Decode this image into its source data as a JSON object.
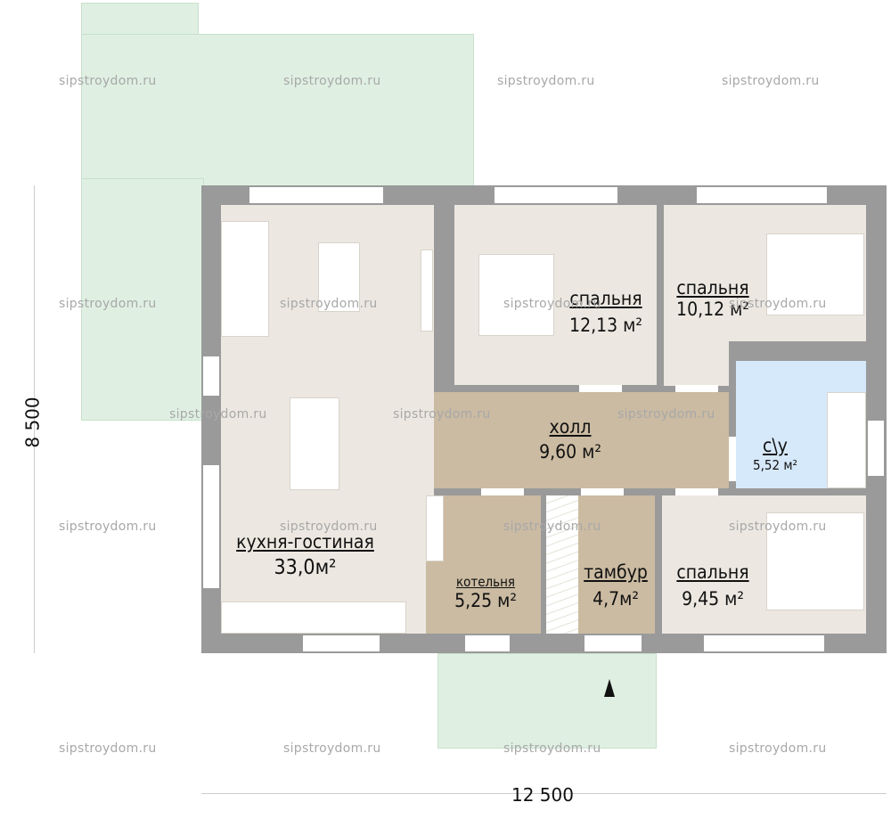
{
  "watermark": "sipstroydom.ru",
  "dimensions": {
    "height": "8 500",
    "width": "12 500"
  },
  "rooms": [
    {
      "name": "кухня-гостиная",
      "area": "33,0м²"
    },
    {
      "name": "спальня",
      "area": "12,13 м²"
    },
    {
      "name": "спальня",
      "area": "10,12 м²"
    },
    {
      "name": "холл",
      "area": "9,60 м²"
    },
    {
      "name": "с\\у",
      "area": "5,52 м²"
    },
    {
      "name": "котельня",
      "area": "5,25 м²"
    },
    {
      "name": "тамбур",
      "area": "4,7м²"
    },
    {
      "name": "спальня",
      "area": "9,45 м²"
    }
  ],
  "colors": {
    "living": "#ece8e1",
    "service": "#cbbba2",
    "bathroom": "#d6e9fa",
    "terrace": "#dff0e2",
    "wall": "#9a9a9a"
  },
  "icons": [
    "entrance-arrow-icon"
  ]
}
